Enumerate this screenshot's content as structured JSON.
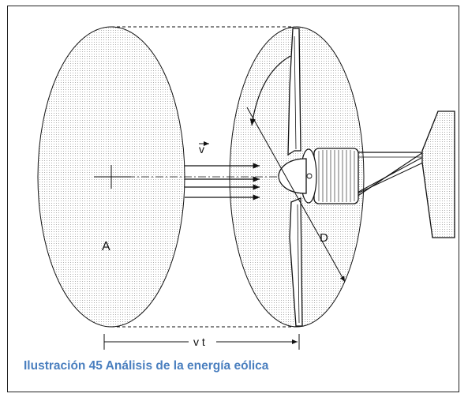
{
  "figure": {
    "caption": "Ilustración 45 Análisis de la energía eólica",
    "labels": {
      "velocity": "v",
      "area": "A",
      "diameter": "D",
      "distance": "v t"
    },
    "colors": {
      "caption": "#4a7fbf",
      "stroke": "#111111",
      "fill_dots": "#9a9a9a"
    }
  }
}
